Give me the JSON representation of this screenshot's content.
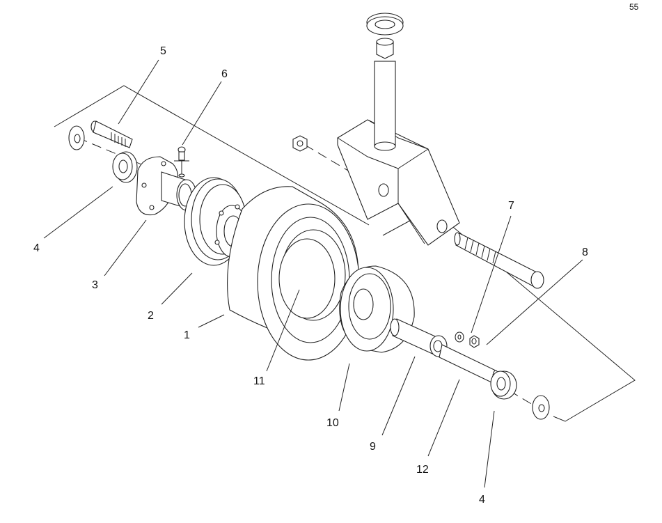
{
  "corner_mark": "55",
  "callouts": [
    {
      "id": "label-1",
      "text": "1"
    },
    {
      "id": "label-2",
      "text": "2"
    },
    {
      "id": "label-3",
      "text": "3"
    },
    {
      "id": "label-4a",
      "text": "4"
    },
    {
      "id": "label-4b",
      "text": "4"
    },
    {
      "id": "label-5",
      "text": "5"
    },
    {
      "id": "label-6",
      "text": "6"
    },
    {
      "id": "label-7",
      "text": "7"
    },
    {
      "id": "label-8",
      "text": "8"
    },
    {
      "id": "label-9",
      "text": "9"
    },
    {
      "id": "label-10",
      "text": "10"
    },
    {
      "id": "label-11",
      "text": "11"
    },
    {
      "id": "label-12",
      "text": "12"
    }
  ]
}
